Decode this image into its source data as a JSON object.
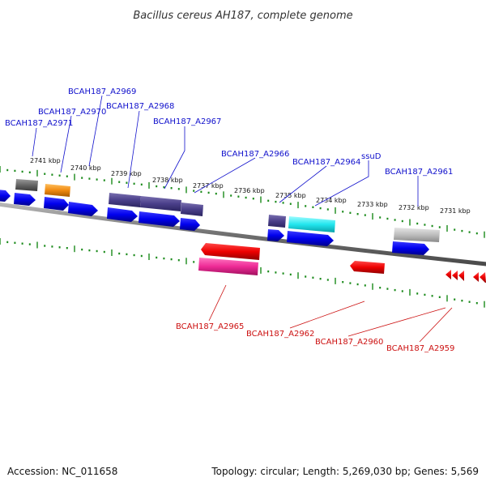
{
  "title": "Bacillus cereus AH187, complete genome",
  "footer": {
    "accession": "Accession: NC_011658",
    "summary": "Topology: circular; Length: 5,269,030 bp; Genes: 5,569"
  },
  "kbp_labels": [
    "2741 kbp",
    "2740 kbp",
    "2739 kbp",
    "2738 kbp",
    "2737 kbp",
    "2736 kbp",
    "2735 kbp",
    "2734 kbp",
    "2733 kbp",
    "2732 kbp",
    "2731 kbp"
  ],
  "forward_labels": [
    "BCAH187_A2971",
    "BCAH187_A2970",
    "BCAH187_A2969",
    "BCAH187_A2968",
    "BCAH187_A2967",
    "BCAH187_A2966",
    "BCAH187_A2964",
    "ssuD",
    "BCAH187_A2961"
  ],
  "reverse_labels": [
    "BCAH187_A2965",
    "BCAH187_A2962",
    "BCAH187_A2960",
    "BCAH187_A2959"
  ],
  "colors": {
    "forward_label": "#1010cc",
    "reverse_label": "#cc1010",
    "tick": "#1a8a1a",
    "backbone": "#777777",
    "cds_forward": "#0000ee",
    "cds_reverse": "#ee0000"
  }
}
